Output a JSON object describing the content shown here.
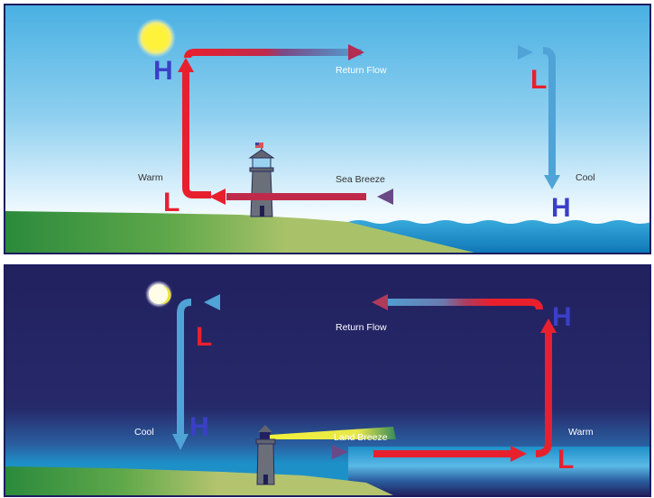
{
  "day_panel": {
    "title": "Sea Breeze (Day)",
    "labels": {
      "return_flow": "Return Flow",
      "breeze": "Sea Breeze",
      "land_temp": "Warm",
      "sea_temp": "Cool"
    },
    "pressure": {
      "upper_land": "H",
      "lower_land": "L",
      "upper_sea": "L",
      "lower_sea": "H"
    },
    "celestial": "sun"
  },
  "night_panel": {
    "title": "Land Breeze (Night)",
    "labels": {
      "return_flow": "Return Flow",
      "breeze": "Land Breeze",
      "land_temp": "Cool",
      "sea_temp": "Warm"
    },
    "pressure": {
      "upper_land": "L",
      "lower_land": "H",
      "upper_sea": "H",
      "lower_sea": "L"
    },
    "celestial": "moon"
  },
  "colors": {
    "warm_arrow": "#e8202e",
    "cool_arrow": "#4fa3d6",
    "high_pressure": "#3a3fc8",
    "low_pressure": "#e8202e",
    "day_sky_top": "#4fb3e3",
    "night_sky": "#22215f",
    "land_green": "#2e8b3a",
    "sea_blue": "#1e90c8"
  }
}
